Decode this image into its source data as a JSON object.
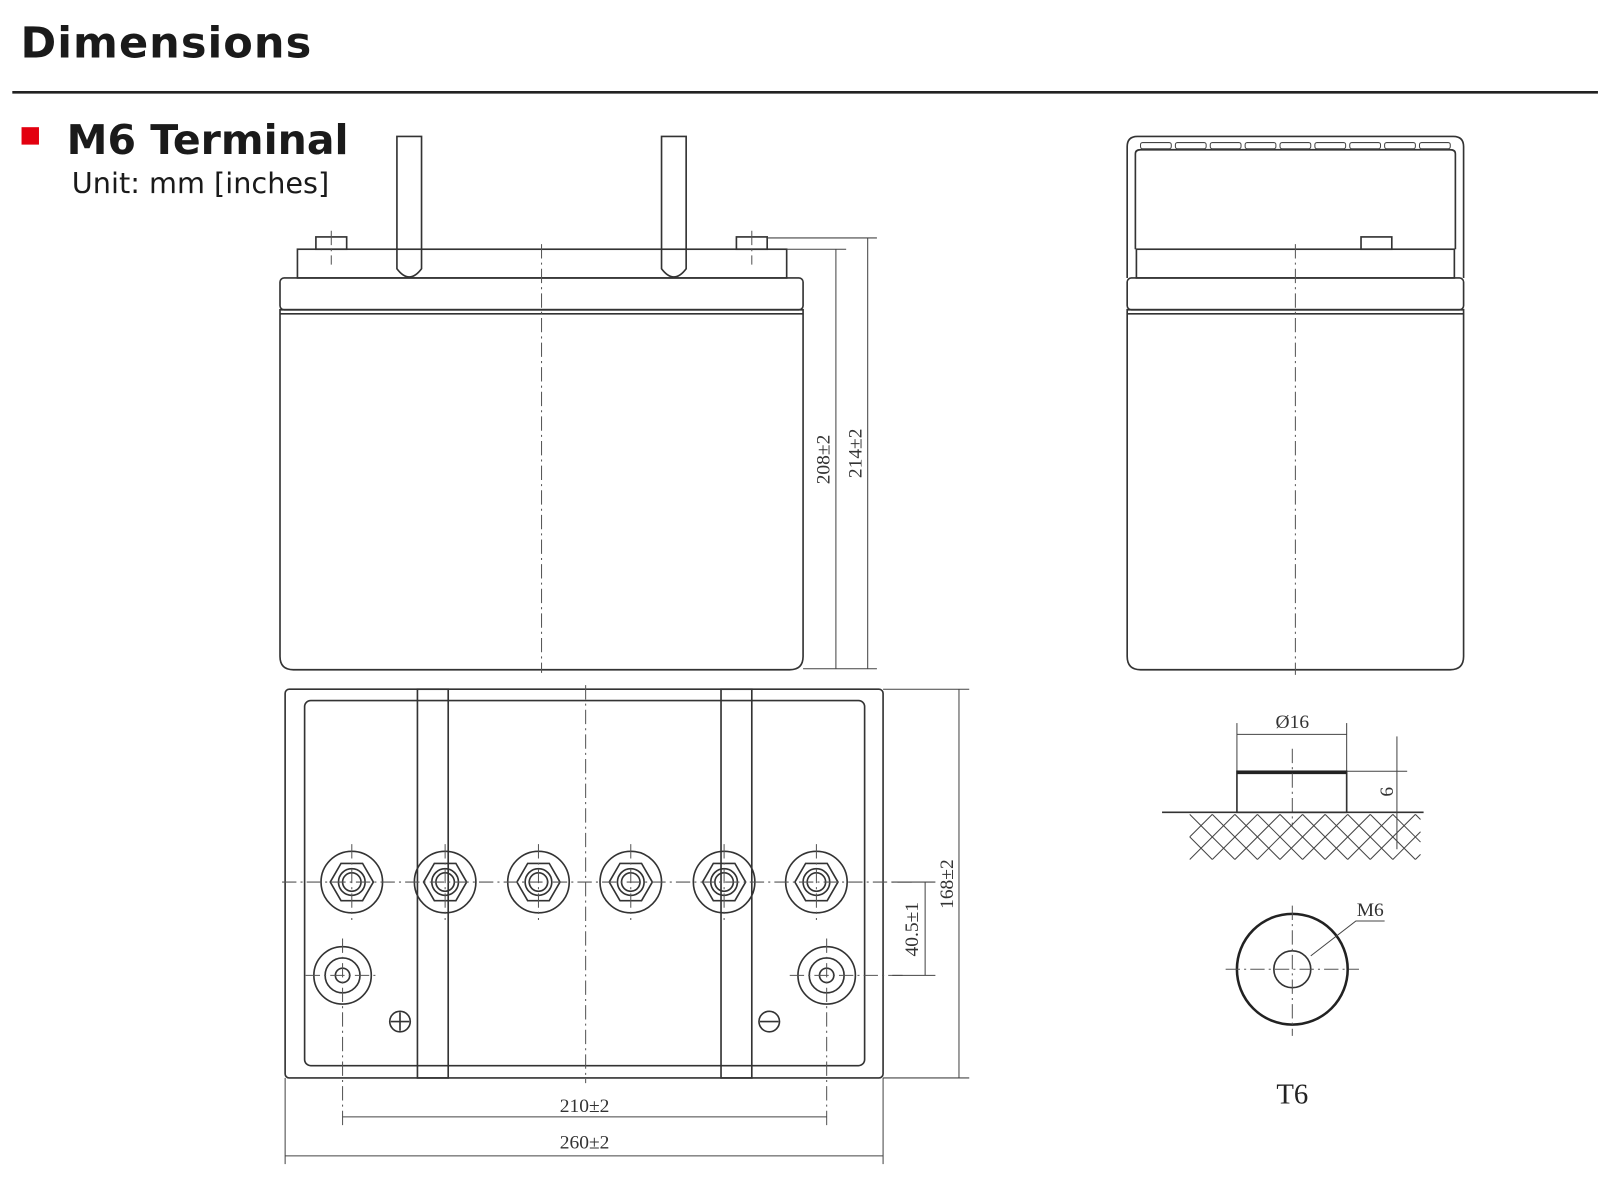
{
  "header": {
    "title": "Dimensions"
  },
  "section": {
    "title": "M6 Terminal",
    "unit": "Unit: mm [inches]",
    "accent_color": "#e3000f"
  },
  "front_view": {
    "height_to_lid": "208±2",
    "total_height": "214±2"
  },
  "top_view": {
    "width": "168±2",
    "terminal_offset": "40.5±1",
    "terminal_spacing": "210±2",
    "length": "260±2",
    "positive_icon": "plus-circle",
    "negative_icon": "minus-circle"
  },
  "terminal_detail": {
    "diameter": "Ø16",
    "height": "6",
    "thread": "M6",
    "name": "T6"
  }
}
